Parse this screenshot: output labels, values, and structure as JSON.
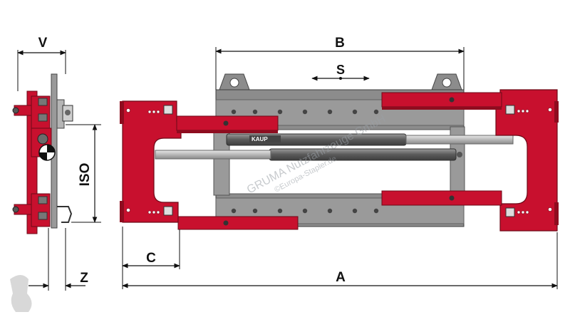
{
  "dimensions": {
    "v": "V",
    "b": "B",
    "s": "S",
    "iso": "ISO",
    "c": "C",
    "a": "A",
    "z": "Z"
  },
  "logo_text": "KAUP",
  "watermark": {
    "line1": "GRUMA Nutzfahrzeuge GmbH",
    "line2": "©Europa-Stapler.de"
  },
  "colors": {
    "red": "#c8102e",
    "dark_red": "#8e0c1f",
    "gray": "#8c8c8c",
    "dark_gray": "#5e5e5e",
    "rod": "#c9c9c9",
    "line": "#111111"
  }
}
